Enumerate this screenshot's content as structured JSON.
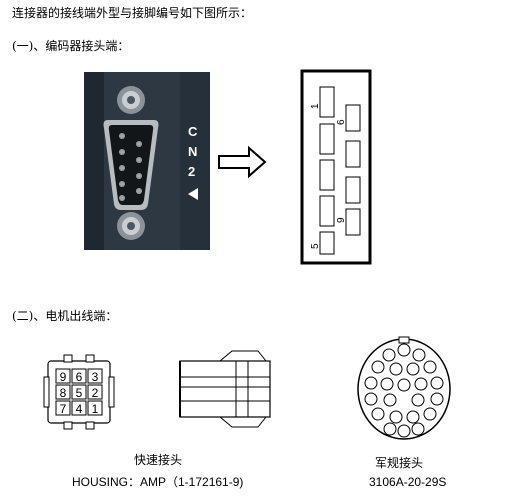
{
  "intro": "连接器的接线端外型与接脚编号如下图所示：",
  "section1": {
    "heading": "(一)、编码器接头端："
  },
  "photo": {
    "label_cn": "C",
    "label_n": "N",
    "label_2": "2",
    "arrow": "◀"
  },
  "pinout": {
    "left_pins": [
      "1",
      "",
      "",
      "",
      "5"
    ],
    "right_pins": [
      "6",
      "",
      "",
      "9"
    ]
  },
  "section2": {
    "heading": "(二)、电机出线端："
  },
  "quick_connector": {
    "pins": [
      [
        "9",
        "6",
        "3"
      ],
      [
        "8",
        "5",
        "2"
      ],
      [
        "7",
        "4",
        "1"
      ]
    ],
    "caption": "快速接头",
    "housing": "HOUSING：AMP（1-172161-9)"
  },
  "military_connector": {
    "caption": "军规接头",
    "model": "3106A-20-29S"
  }
}
